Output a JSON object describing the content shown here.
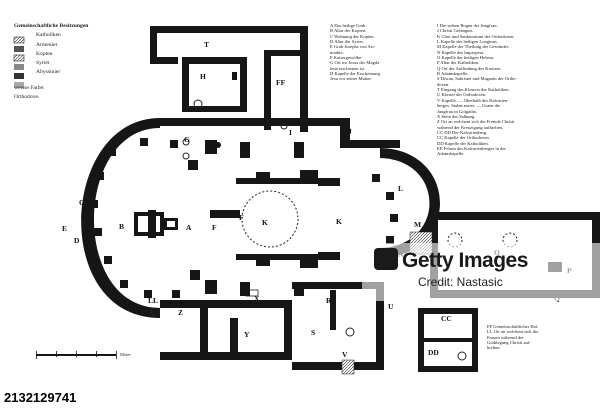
{
  "legend_left": {
    "title": "Gemeinschaftliche Besitzungen",
    "items": [
      "Katholiken",
      "Armenier",
      "Kopten",
      "Syrier",
      "Abyssinier"
    ],
    "note_line1": "weisse Farbe:",
    "note_line2": "Orthodoxe."
  },
  "legend_col1": [
    "A Das heilige Grab.",
    "B Altar der Kopten.",
    "C Wohnung der Kopten.",
    "D Altar der Syrier.",
    "E Grab Josephs von Ari-",
    "    mathia.",
    "F Kaisergewölbe.",
    "G Ort wo Jesus der Magda-",
    "    lena erschienen ist.",
    "H Kapelle der Erscheinung",
    "    Jesu vor seiner Mutter."
  ],
  "legend_col2": [
    "I Die sieben Bogen der Jungfrau.",
    "J Christi Gefängnis.",
    "K Chor und Sanktuarium der Orthodoxen.",
    "L Kapelle des heiligen Longinus.",
    "M Kapelle der Theilung der Gewänder.",
    "N Kapelle des Impropera.",
    "O Kapelle der heiligen Helena.",
    "P Altar der Katholiken.",
    "Q Ort der Auffindung des Kreuzes.",
    "R Adamskapelle.",
    "S Diwan, Sakristei und Magazin der Ortho-",
    "    doxen.",
    "T Eingang des Klosters der Katholiken.",
    "U Kloster der Orthodoxen.",
    "V Kapelle, — Oberhalb des Kalvarien-",
    "    berges. Stabat mater. — Unten die",
    "    Jungfrau in Golgatha.",
    "X Stein der Salbung.",
    "Z Ort an welchem sich die Fremde Christi",
    "    während der Kreuzigung aufhielten.",
    "CC DD Der Kalvarienberg.",
    "CC Kapelle der Orthodoxen.",
    "DD Kapelle der Katholiken.",
    "EE Felsen des Kalvarienberges in der",
    "    Adamskapelle."
  ],
  "legend_col3": [
    "FF Gemeinschaftlicher Hof.",
    "LL Ort an welchem sich die",
    "    Frauen während der",
    "    Grablegung Christi auf-",
    "    hielten."
  ],
  "scale_label": "Meter",
  "plan_labels": [
    "A",
    "B",
    "C",
    "D",
    "E",
    "F",
    "F",
    "G",
    "H",
    "I",
    "J",
    "K",
    "K",
    "L",
    "LL",
    "M",
    "N",
    "O",
    "P",
    "Q",
    "R",
    "S",
    "T",
    "U",
    "V",
    "X",
    "Y",
    "Z",
    "CC",
    "DD",
    "FF"
  ],
  "watermark": {
    "brand": "Getty Images",
    "credit": "Credit: Nastasic",
    "image_id": "2132129741"
  }
}
